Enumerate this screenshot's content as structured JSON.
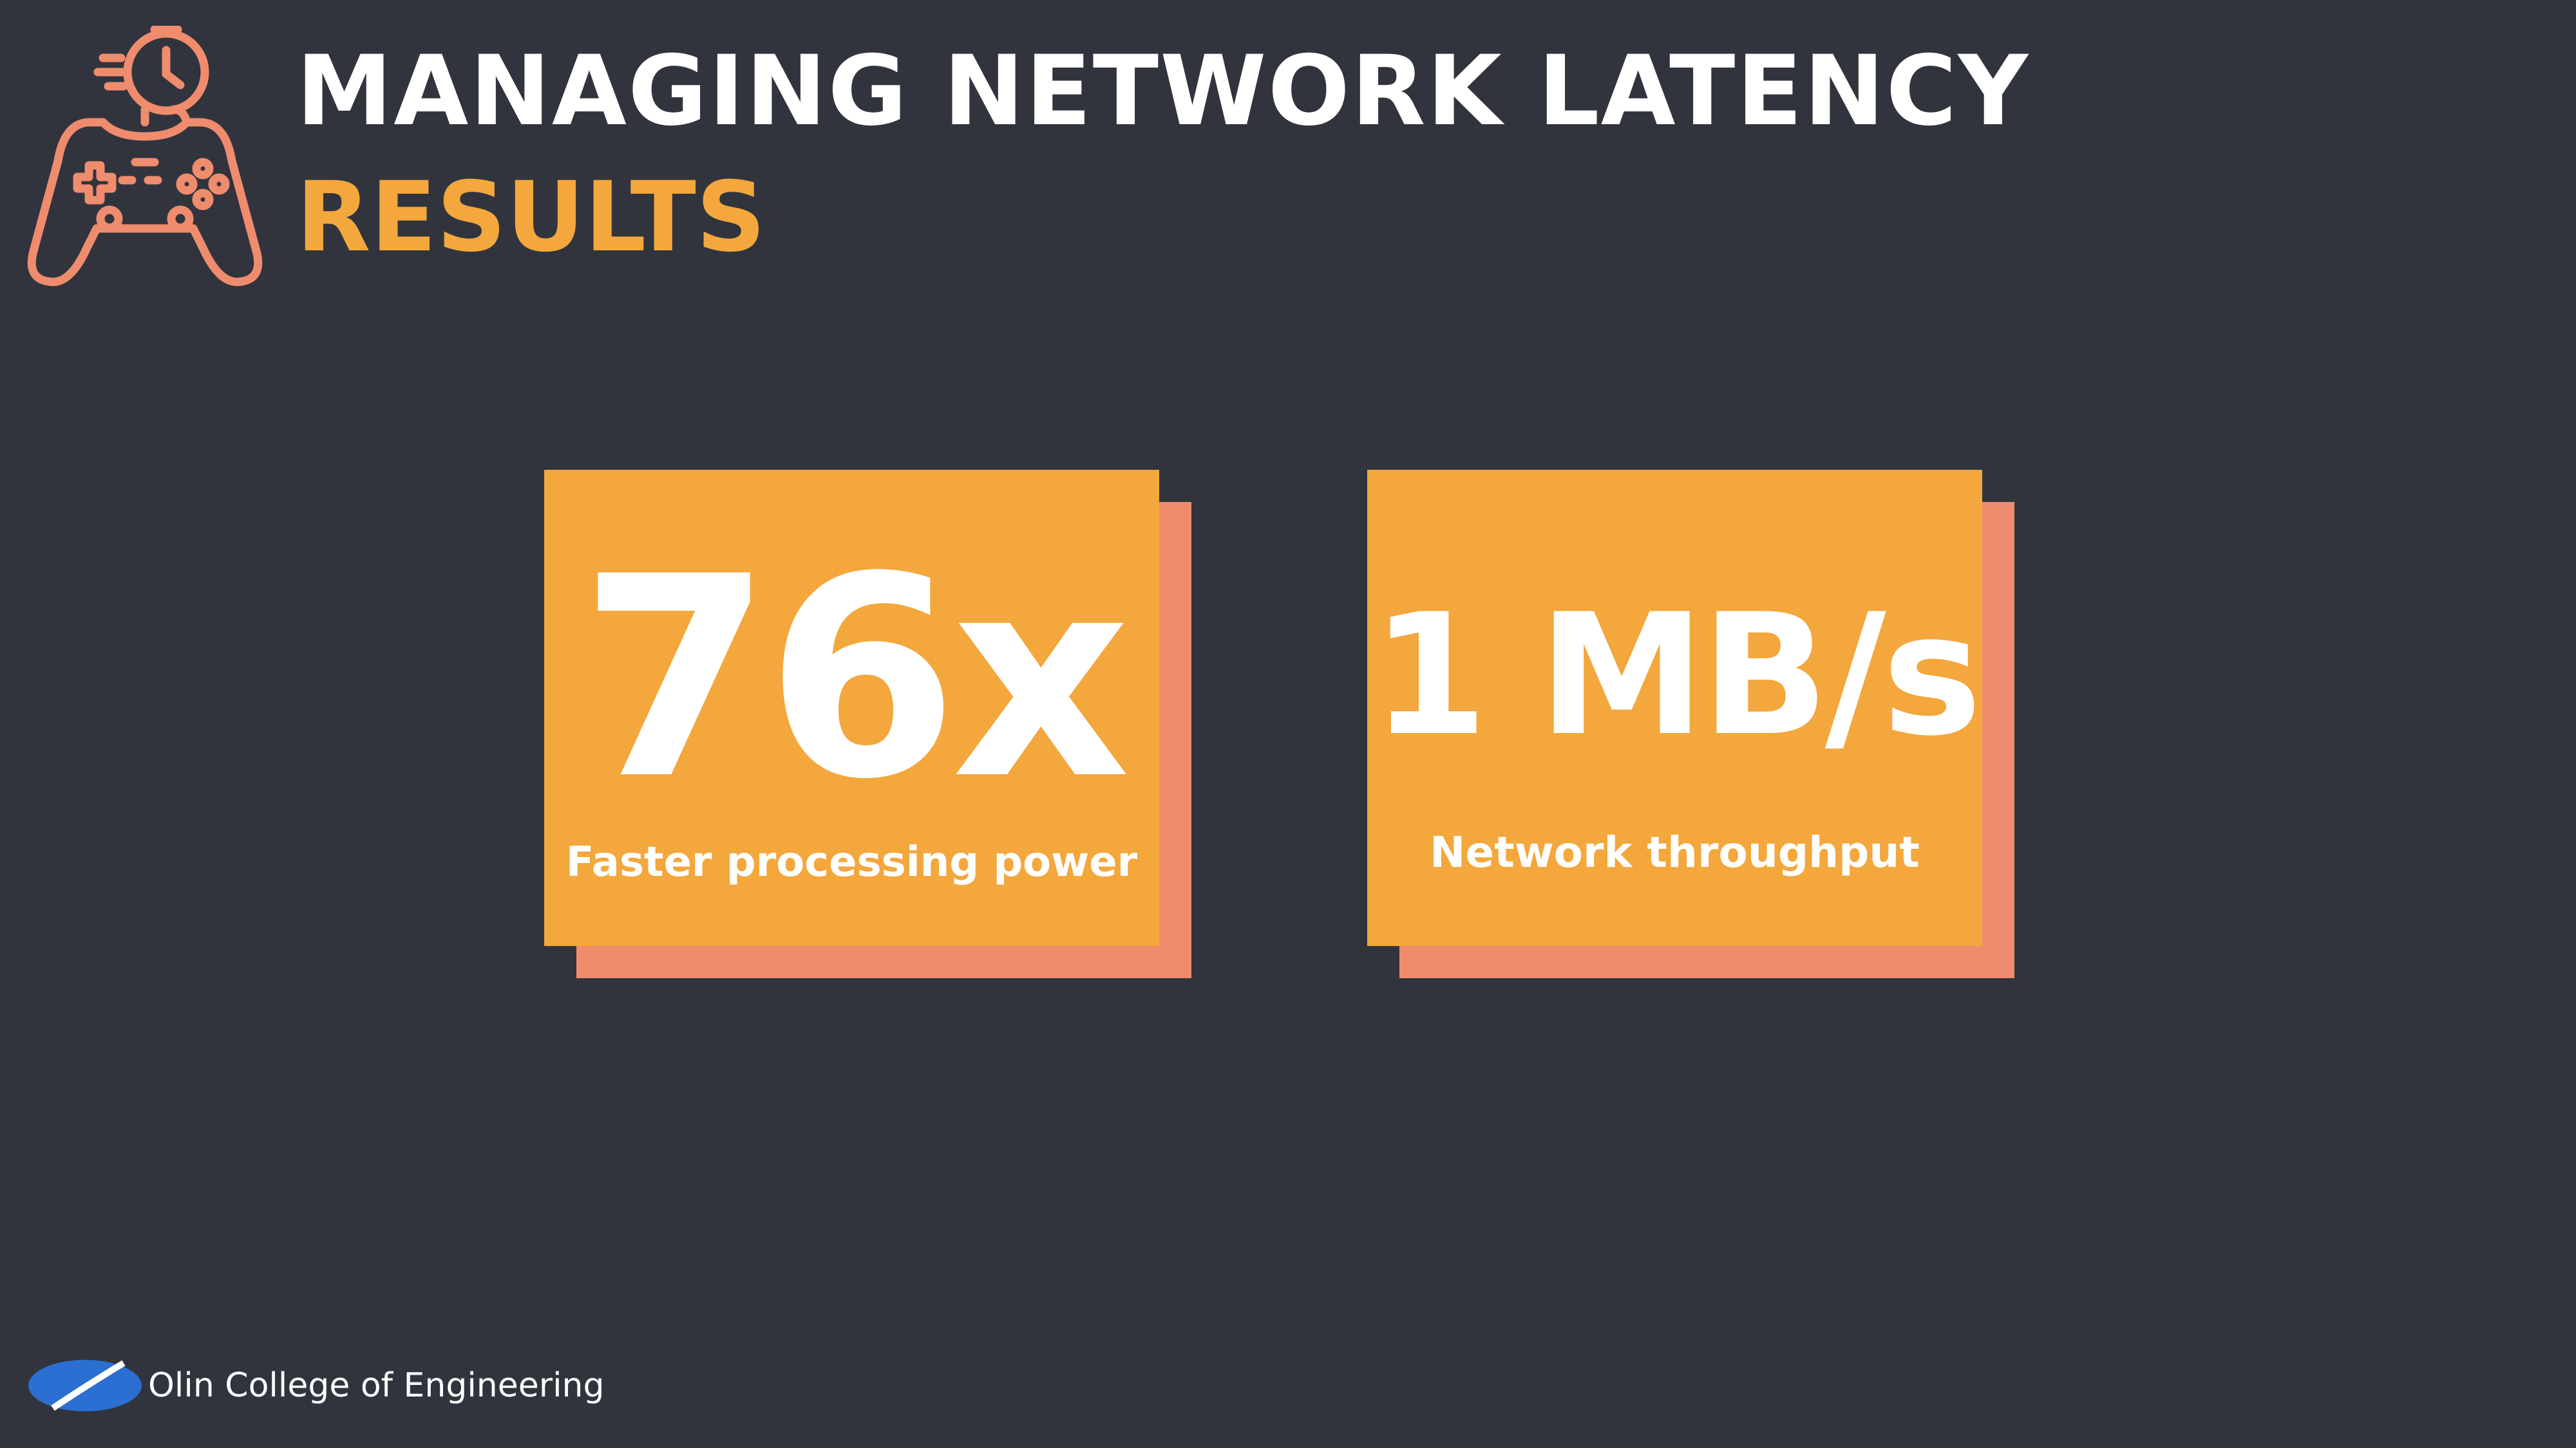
{
  "header": {
    "title": "MANAGING NETWORK LATENCY",
    "subtitle": "RESULTS",
    "icon": "gamepad-stopwatch-icon"
  },
  "stats": [
    {
      "value": "76x",
      "label": "Faster processing power"
    },
    {
      "value": "1 MB/s",
      "label": "Network throughput"
    }
  ],
  "footer": {
    "logo": "olin-logo-icon",
    "text": "Olin College of Engineering"
  },
  "colors": {
    "background": "#31343d",
    "accent": "#f3a73c",
    "card_shadow": "#ef8c6e",
    "icon_stroke": "#ef8c6e",
    "text": "#ffffff",
    "logo_blue": "#2a6fd1"
  }
}
